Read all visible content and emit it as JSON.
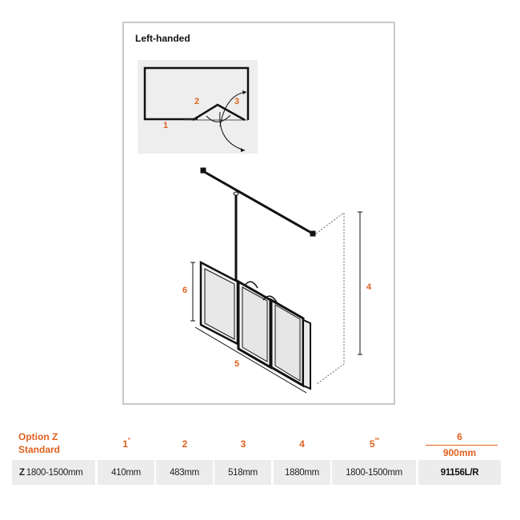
{
  "diagram": {
    "title": "Left-handed",
    "plan_labels": {
      "l1": "1",
      "l2": "2",
      "l3": "3"
    },
    "dimension_labels": {
      "d4": "4",
      "d5": "5",
      "d6": "6"
    },
    "accent_color": "#e0621e"
  },
  "table": {
    "header": {
      "option_line1": "Option Z",
      "option_line2": "Standard",
      "col1": "1",
      "col1_mark": "*",
      "col2": "2",
      "col3": "3",
      "col4": "4",
      "col5": "5",
      "col5_mark": "**",
      "col6": "6",
      "col6_sub": "900mm"
    },
    "row": {
      "option_prefix": "Z",
      "option_size": "1800-1500mm",
      "col1": "410mm",
      "col2": "483mm",
      "col3": "518mm",
      "col4": "1880mm",
      "col5": "1800-1500mm",
      "col6": "91156L/R"
    }
  }
}
